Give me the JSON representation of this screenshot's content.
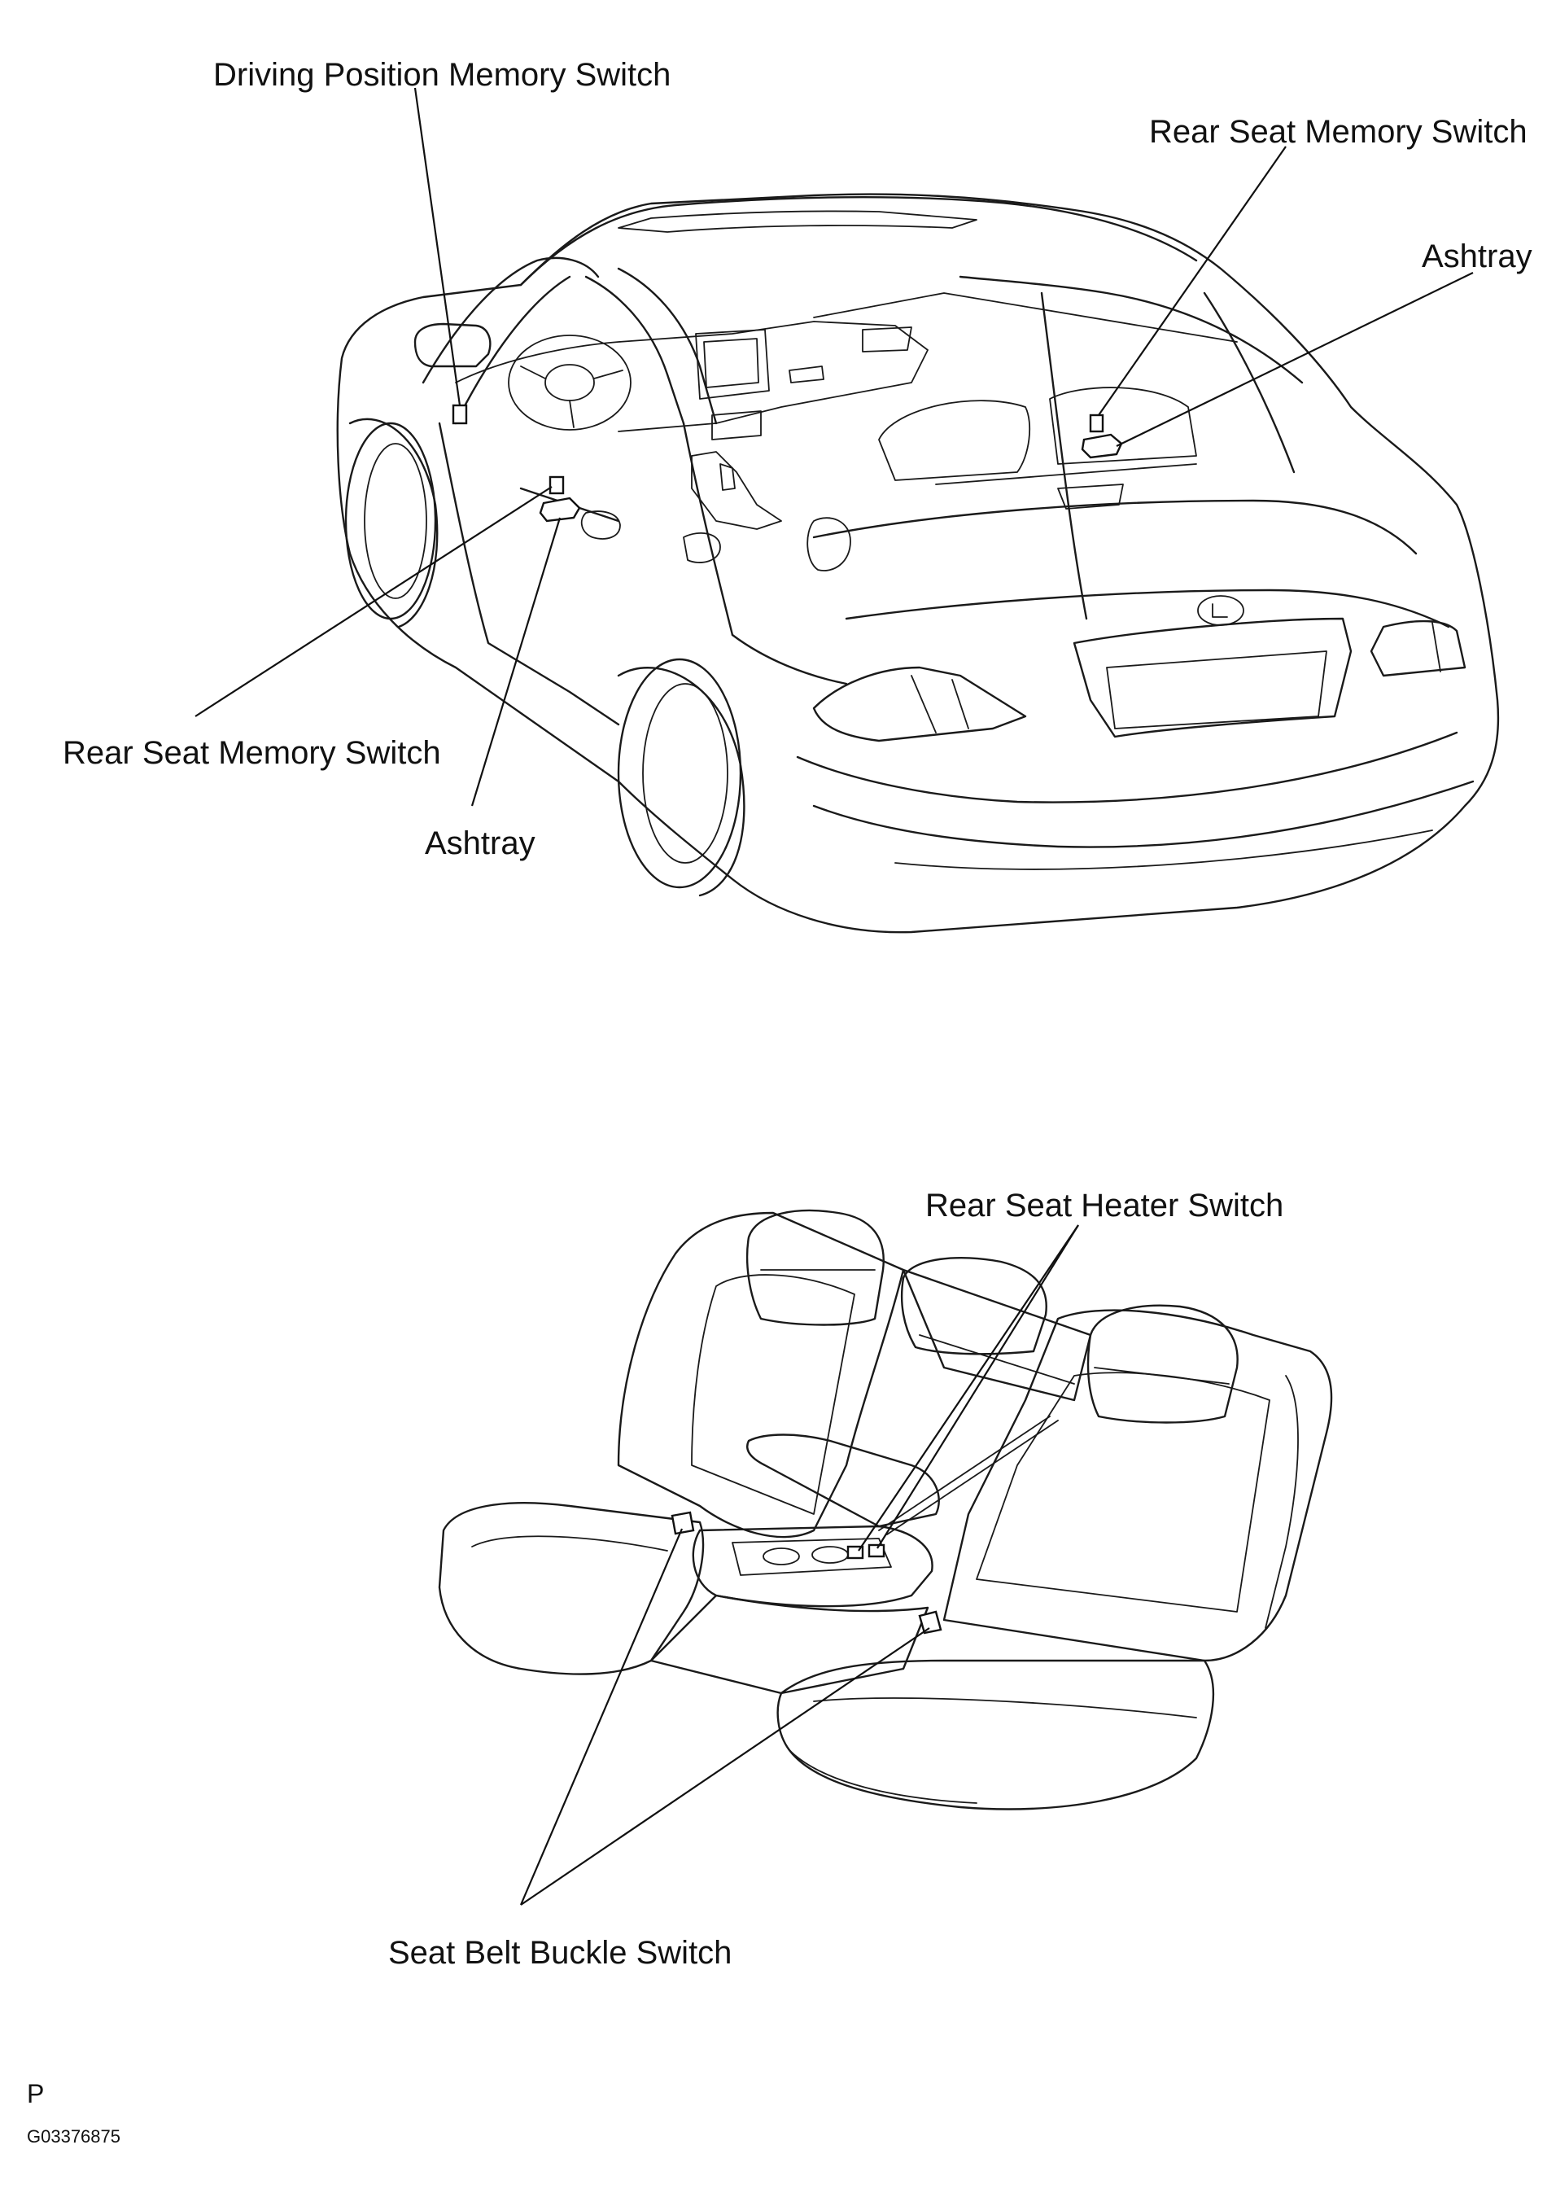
{
  "labels": {
    "driving_position_memory_switch": "Driving Position Memory Switch",
    "rear_seat_memory_switch_right": "Rear Seat Memory Switch",
    "ashtray_right": "Ashtray",
    "rear_seat_memory_switch_left": "Rear Seat Memory Switch",
    "ashtray_left": "Ashtray",
    "rear_seat_heater_switch": "Rear Seat Heater Switch",
    "seat_belt_buckle_switch": "Seat Belt Buckle Switch"
  },
  "footer": {
    "letter": "P",
    "code": "G03376875"
  },
  "colors": {
    "line": "#1a1a1a",
    "background": "#ffffff"
  }
}
